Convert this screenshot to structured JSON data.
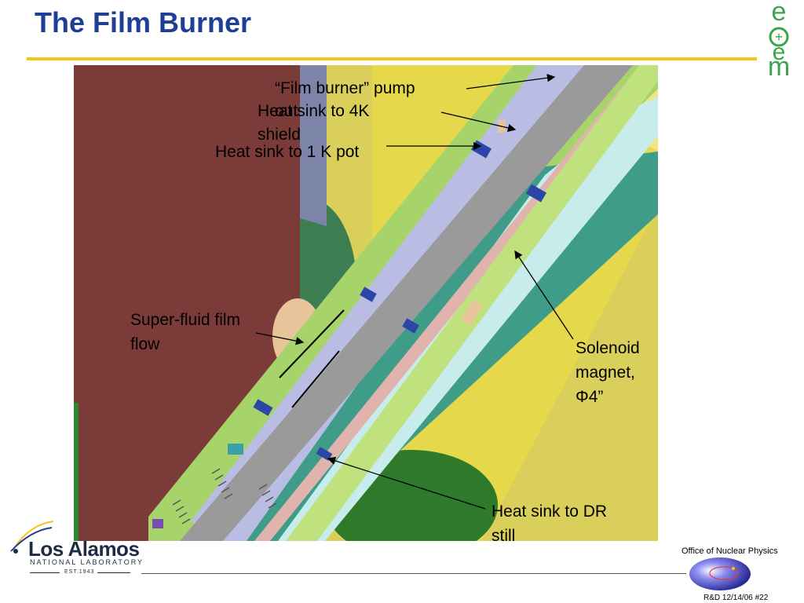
{
  "slide": {
    "title": "The Film Burner"
  },
  "labels": {
    "film_burner_pump_out": "“Film burner” pump out",
    "heat_sink_4k": "Heat sink to 4K shield",
    "heat_sink_1k": "Heat sink to 1 K pot",
    "superfluid": "Super-fluid film flow",
    "solenoid": "Solenoid magnet, Φ4”",
    "heat_sink_dr": "Heat sink to DR still"
  },
  "label_lines": {
    "film_burner_1": "“Film burner” pump",
    "film_burner_2": "out",
    "heat_sink_4k_1": "Heat sink to 4K",
    "heat_sink_4k_2": "shield",
    "heat_sink_1k": "Heat sink to 1 K pot",
    "superfluid_1": "Super-fluid film",
    "superfluid_2": "flow",
    "solenoid_1": "Solenoid",
    "solenoid_2": "magnet,",
    "solenoid_3": "Φ4”",
    "heat_sink_dr_1": "Heat sink to DR",
    "heat_sink_dr_2": "still"
  },
  "logos": {
    "lanl_name": "Los Alamos",
    "lanl_sub": "NATIONAL LABORATORY",
    "lanl_est": "EST.1943",
    "eem_letters": [
      "e",
      "+",
      "e",
      "m"
    ]
  },
  "footer": {
    "office": "Office of Nuclear Physics",
    "slide_ref": "R&D 12/14/06  #22"
  },
  "colors": {
    "title": "#1f3f97",
    "rule": "#f4c518",
    "eem_green": "#3aa64a",
    "wall_red": "#7a3a38",
    "magnet_yellow": "#e8d64a",
    "tube_green": "#a8d66a",
    "tube_gray": "#9e9e9e"
  }
}
